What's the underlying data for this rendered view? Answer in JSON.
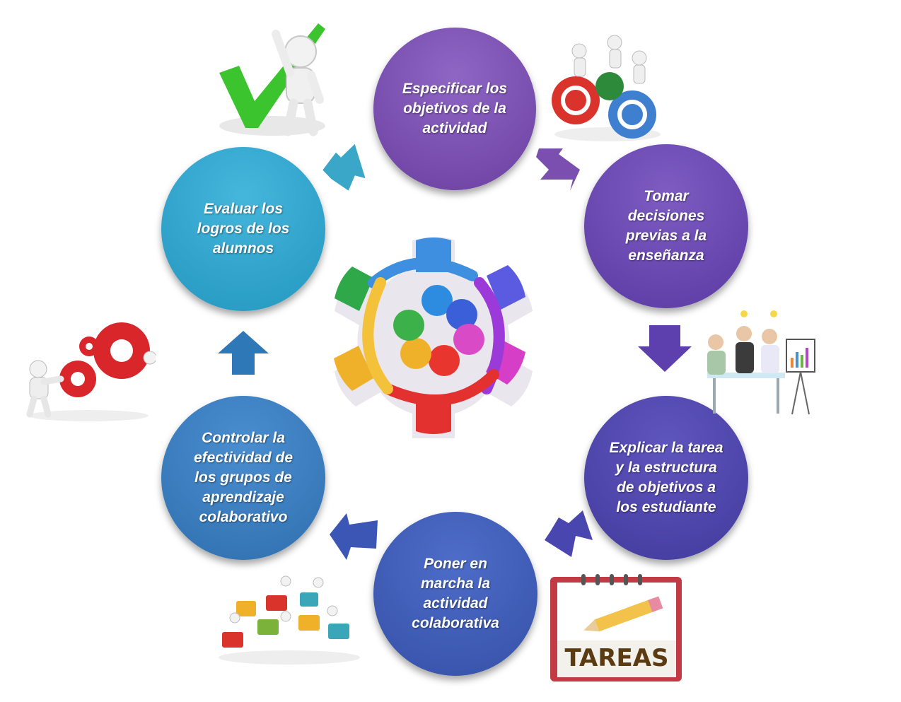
{
  "steps": [
    {
      "label": "Especificar los objetivos de la actividad"
    },
    {
      "label": "Tomar decisiones previas a la enseñanza"
    },
    {
      "label": "Explicar la tarea y la estructura de objetivos a los estudiante"
    },
    {
      "label": "Poner en marcha la actividad colaborativa"
    },
    {
      "label": "Controlar la efectividad de los grupos de aprendizaje colaborativo"
    },
    {
      "label": "Evaluar los logros de los alumnos"
    }
  ],
  "illustrations": {
    "tasks_sign": "TAREAS",
    "icons": [
      "checkmark-figure-icon",
      "email-team-icon",
      "meeting-presentation-icon",
      "tasks-notepad-icon",
      "puzzle-team-icon",
      "gears-figure-icon",
      "teamwork-circle-icon"
    ]
  },
  "colors": {
    "step1": "#7b52b5",
    "step2": "#6a4ab3",
    "step3": "#5048ae",
    "step4": "#435fb8",
    "step5": "#3a7fc0",
    "step6": "#32a6cf"
  }
}
